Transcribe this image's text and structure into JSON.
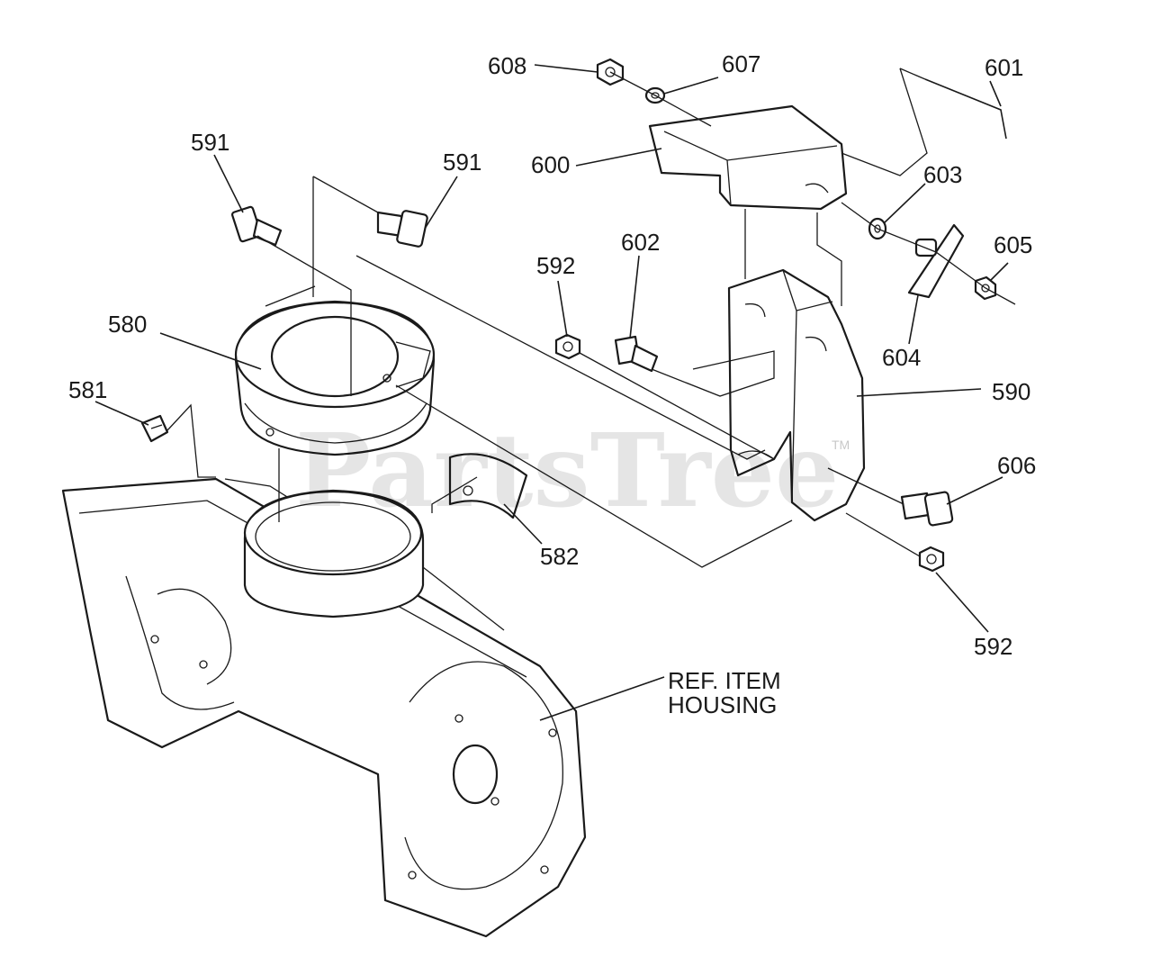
{
  "diagram": {
    "watermark": "PartsTree",
    "trademark": "TM",
    "reference_label_line1": "REF. ITEM",
    "reference_label_line2": "HOUSING",
    "callouts": {
      "p608": "608",
      "p607": "607",
      "p601": "601",
      "p591a": "591",
      "p591b": "591",
      "p600": "600",
      "p603": "603",
      "p592a": "592",
      "p602": "602",
      "p605": "605",
      "p580": "580",
      "p604": "604",
      "p590": "590",
      "p581": "581",
      "p606": "606",
      "p582": "582",
      "p592b": "592"
    }
  }
}
